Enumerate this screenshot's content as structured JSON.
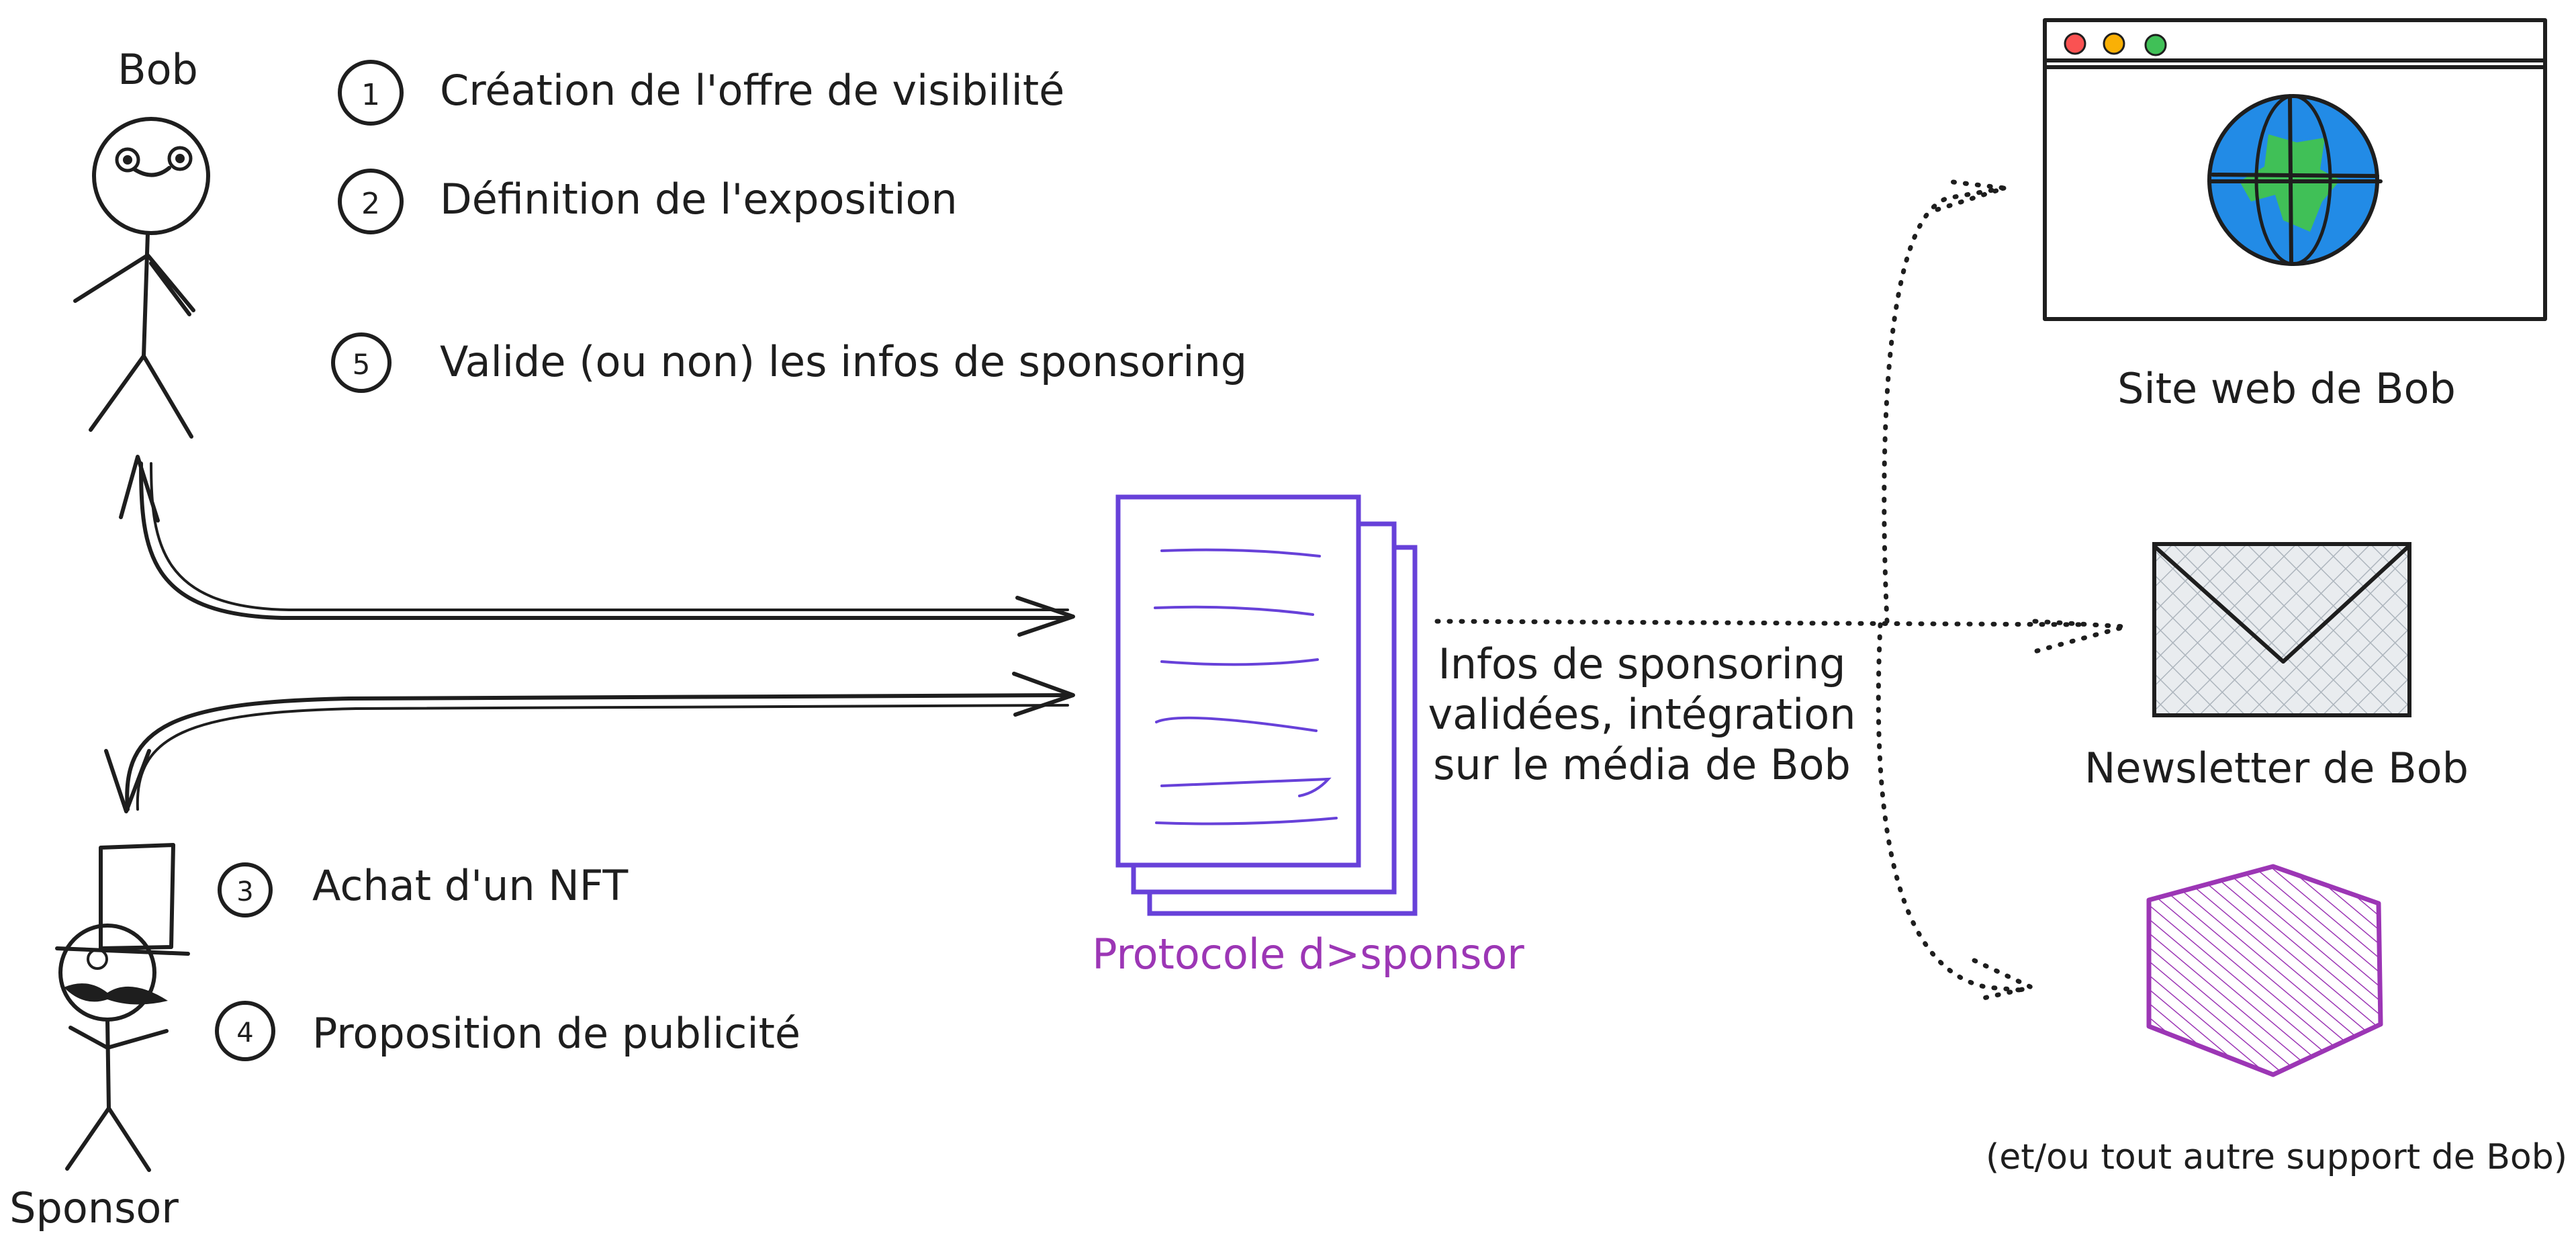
{
  "actors": {
    "bob": "Bob",
    "sponsor": "Sponsor"
  },
  "steps": [
    {
      "num": "1",
      "text": "Création de l'offre de visibilité"
    },
    {
      "num": "2",
      "text": "Définition de l'exposition"
    },
    {
      "num": "5",
      "text": "Valide (ou non) les infos de sponsoring"
    },
    {
      "num": "3",
      "text": "Achat d'un NFT"
    },
    {
      "num": "4",
      "text": "Proposition de publicité"
    }
  ],
  "protocol": {
    "label": "Protocole d>sponsor"
  },
  "flow": {
    "lines": [
      "Infos de sponsoring",
      "validées, intégration",
      "sur le média de Bob"
    ]
  },
  "media": {
    "website": "Site web de Bob",
    "newsletter": "Newsletter de Bob",
    "other": "(et/ou tout autre support de Bob)"
  },
  "colors": {
    "ink": "#1e1e1e",
    "protocol": "#6741d9",
    "protocol_label": "#9c36b5",
    "globe_water": "#228be6",
    "globe_land": "#40c057",
    "hexagon": "#9c36b5",
    "dot_red": "#fa5252",
    "dot_yellow": "#fab005",
    "dot_green": "#40c057"
  },
  "icons": [
    "stick-figure-icon",
    "top-hat-figure-icon",
    "browser-window-icon",
    "globe-icon",
    "envelope-icon",
    "hexagon-icon",
    "document-stack-icon"
  ]
}
